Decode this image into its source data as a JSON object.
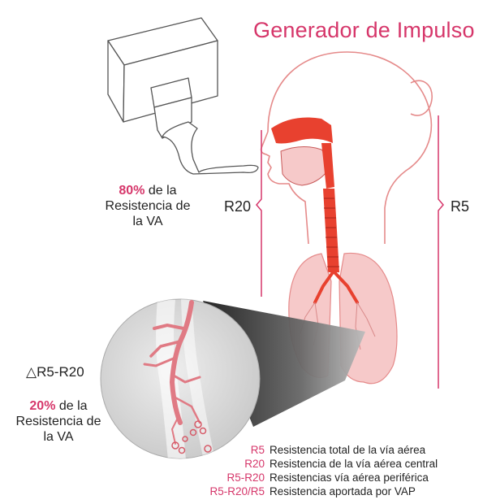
{
  "title": "Generador de Impulso",
  "labels": {
    "r20": "R20",
    "r5": "R5",
    "delta": "△R5-R20"
  },
  "central": {
    "percent": "80%",
    "text_line1": " de la",
    "text_line2": "Resistencia de",
    "text_line3": "la VA"
  },
  "peripheral": {
    "percent": "20%",
    "text_line1": " de la",
    "text_line2": "Resistencia de",
    "text_line3": "la VA"
  },
  "legend": [
    {
      "key": "R5",
      "desc": "Resistencia total de la vía aérea"
    },
    {
      "key": "R20",
      "desc": "Resistencia de la vía aérea central"
    },
    {
      "key": "R5-R20",
      "desc": "Resistencias vía aérea periférica"
    },
    {
      "key": "R5-R20/R5",
      "desc": "Resistencia aportada por VAP"
    }
  ],
  "colors": {
    "accent": "#d6366a",
    "airway": "#e8412f",
    "lung": "#f6c9c9",
    "outline": "#444444"
  }
}
